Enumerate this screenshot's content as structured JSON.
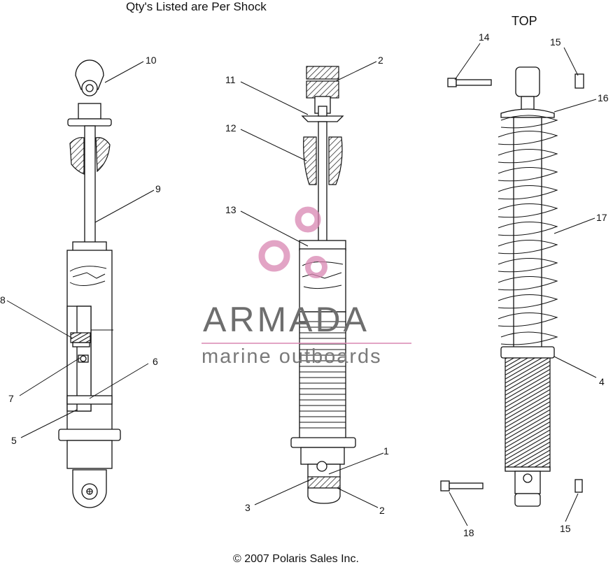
{
  "heading": "Qty's Listed are Per Shock",
  "top_label": "TOP",
  "copyright": "© 2007 Polaris Sales Inc.",
  "watermark": {
    "brand": "ARMADA",
    "tagline": "marine outboards"
  },
  "callouts": {
    "c10": "10",
    "c9": "9",
    "c8": "8",
    "c7": "7",
    "c6": "6",
    "c5": "5",
    "c2a": "2",
    "c11": "11",
    "c12": "12",
    "c13": "13",
    "c1": "1",
    "c3": "3",
    "c2b": "2",
    "c14": "14",
    "c15a": "15",
    "c16": "16",
    "c17": "17",
    "c4": "4",
    "c18": "18",
    "c15b": "15"
  }
}
